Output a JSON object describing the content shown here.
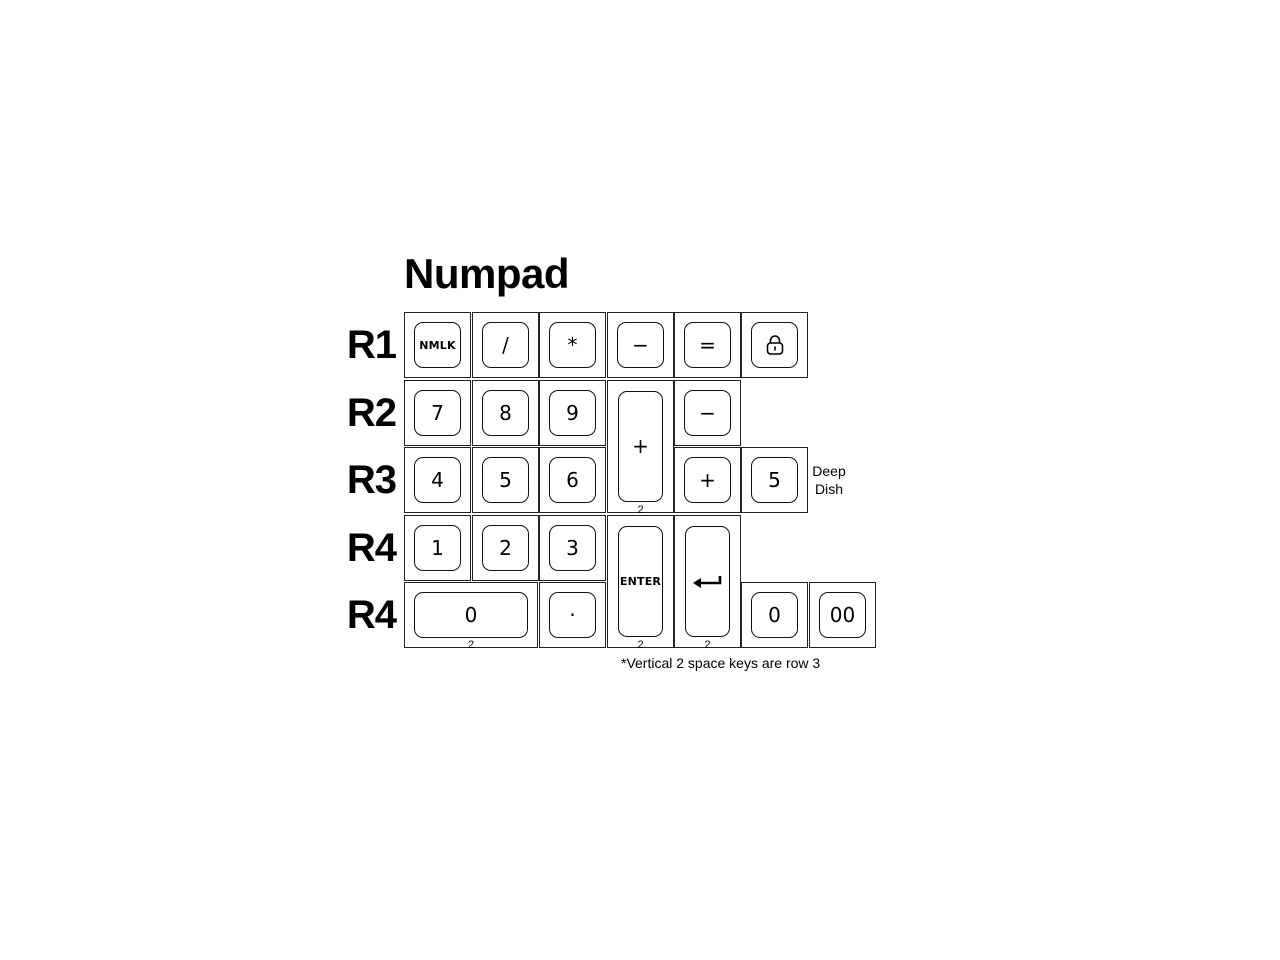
{
  "title": "Numpad",
  "row_labels": [
    "R1",
    "R2",
    "R3",
    "R4",
    "R4"
  ],
  "keys": {
    "nmlk": "NMLK",
    "slash": "/",
    "asterisk": "*",
    "minus_r1": "−",
    "equals": "=",
    "lock_icon": "lock-icon",
    "seven": "7",
    "eight": "8",
    "nine": "9",
    "plus_tall": "+",
    "minus_r2": "−",
    "four": "4",
    "five": "5",
    "six": "6",
    "plus_r3": "+",
    "five_deep": "5",
    "one": "1",
    "two": "2",
    "three": "3",
    "enter": "ENTER",
    "return_icon": "return-arrow-icon",
    "zero_wide": "0",
    "dot": "·",
    "zero_single": "0",
    "double_zero": "00"
  },
  "size_tags": {
    "plus_tall": "2",
    "enter": "2",
    "return": "2",
    "zero_wide": "2"
  },
  "side_note": "Deep\nDish",
  "footnote": "*Vertical 2 space keys are row 3"
}
